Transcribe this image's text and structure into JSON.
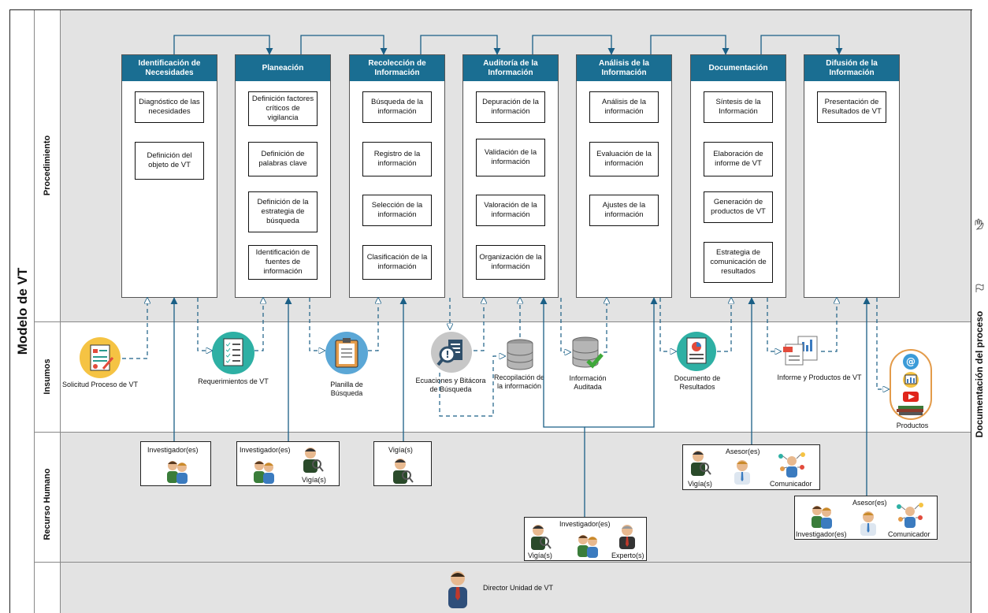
{
  "title": "Modelo de VT",
  "side_label": "Documentación del proceso",
  "lanes": {
    "procedimiento": "Procedimiento",
    "insumos": "Insumos",
    "recurso_humano": "Recurso Humano"
  },
  "colors": {
    "header": "#1a6e92",
    "lane_gray": "#e3e3e3",
    "connector": "#1a5f86"
  },
  "columns": [
    {
      "title": "Identificación de Necesidades",
      "steps": [
        "Diagnóstico de las necesidades",
        "Definición del objeto de VT"
      ]
    },
    {
      "title": "Planeación",
      "steps": [
        "Definición factores críticos de vigilancia",
        "Definición de palabras clave",
        "Definición de la estrategia de búsqueda",
        "Identificación de fuentes de información"
      ]
    },
    {
      "title": "Recolección de Información",
      "steps": [
        "Búsqueda de la información",
        "Registro de la información",
        "Selección de la información",
        "Clasificación de la información"
      ]
    },
    {
      "title": "Auditoría de la Información",
      "steps": [
        "Depuración de la información",
        "Validación de la información",
        "Valoración de la información",
        "Organización de la información"
      ]
    },
    {
      "title": "Análisis de la Información",
      "steps": [
        "Análisis de la información",
        "Evaluación de la información",
        "Ajustes de la información"
      ]
    },
    {
      "title": "Documentación",
      "steps": [
        "Síntesis de la Información",
        "Elaboración de informe de VT",
        "Generación de productos de VT",
        "Estrategia de comunicación de resultados"
      ]
    },
    {
      "title": "Difusión de la Información",
      "steps": [
        "Presentación de Resultados de VT"
      ]
    }
  ],
  "inputs": [
    {
      "label": "Solicitud Proceso de VT",
      "icon": "request-form-icon"
    },
    {
      "label": "Requerimientos de VT",
      "icon": "checklist-icon"
    },
    {
      "label": "Planilla de Búsqueda",
      "icon": "clipboard-icon"
    },
    {
      "label": "Ecuaciones y Bitácora de Búsqueda",
      "icon": "search-document-icon"
    },
    {
      "label": "Recopilación de la información",
      "icon": "database-icon"
    },
    {
      "label": "Información Auditada",
      "icon": "verified-database-icon"
    },
    {
      "label": "Documento de Resultados",
      "icon": "report-icon"
    },
    {
      "label": "Informe y Productos de VT",
      "icon": "report-pages-icon"
    },
    {
      "label": "Productos",
      "icon": "products-icon"
    }
  ],
  "resources": [
    {
      "roles": [
        "Investigador(es)"
      ]
    },
    {
      "roles": [
        "Investigador(es)",
        "Vigía(s)"
      ]
    },
    {
      "roles": [
        "Vigía(s)"
      ]
    },
    {
      "roles": [
        "Vigía(s)",
        "Investigador(es)",
        "Experto(s)"
      ]
    },
    {
      "roles": [
        "Vigía(s)",
        "Asesor(es)",
        "Comunicador"
      ]
    },
    {
      "roles": [
        "Investigador(es)",
        "Asesor(es)",
        "Comunicador"
      ]
    }
  ],
  "director": "Director Unidad de VT"
}
